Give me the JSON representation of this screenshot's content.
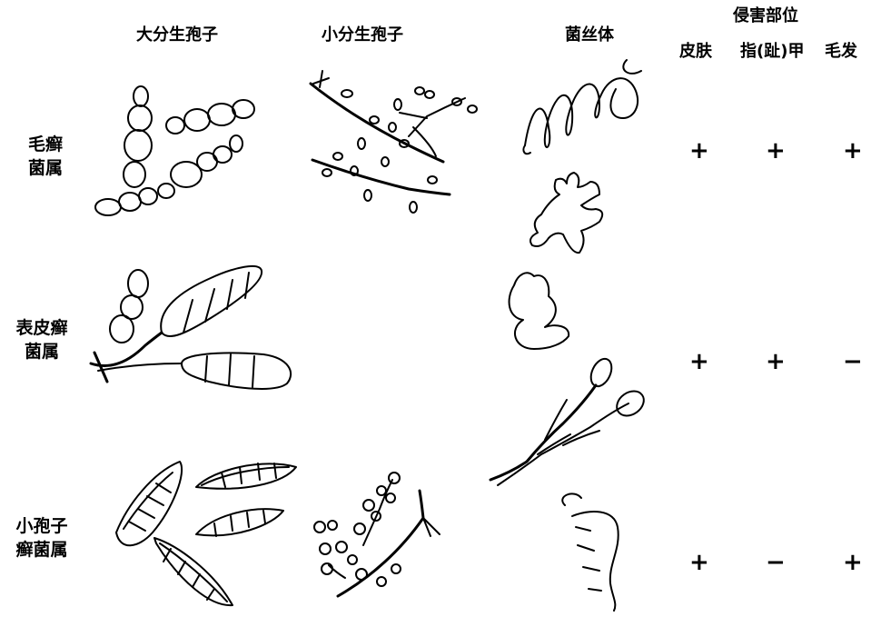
{
  "headers": {
    "macroconidia": "大分生孢子",
    "microconidia": "小分生孢子",
    "hyphae": "菌丝体",
    "invasion_site": "侵害部位",
    "skin": "皮肤",
    "nail": "指(趾)甲",
    "hair": "毛发"
  },
  "rows": [
    {
      "name_line1": "毛癣",
      "name_line2": "菌属",
      "skin": "+",
      "nail": "+",
      "hair": "+"
    },
    {
      "name_line1": "表皮癣",
      "name_line2": "菌属",
      "skin": "+",
      "nail": "+",
      "hair": "−"
    },
    {
      "name_line1": "小孢子",
      "name_line2": "癣菌属",
      "skin": "+",
      "nail": "−",
      "hair": "+"
    }
  ]
}
